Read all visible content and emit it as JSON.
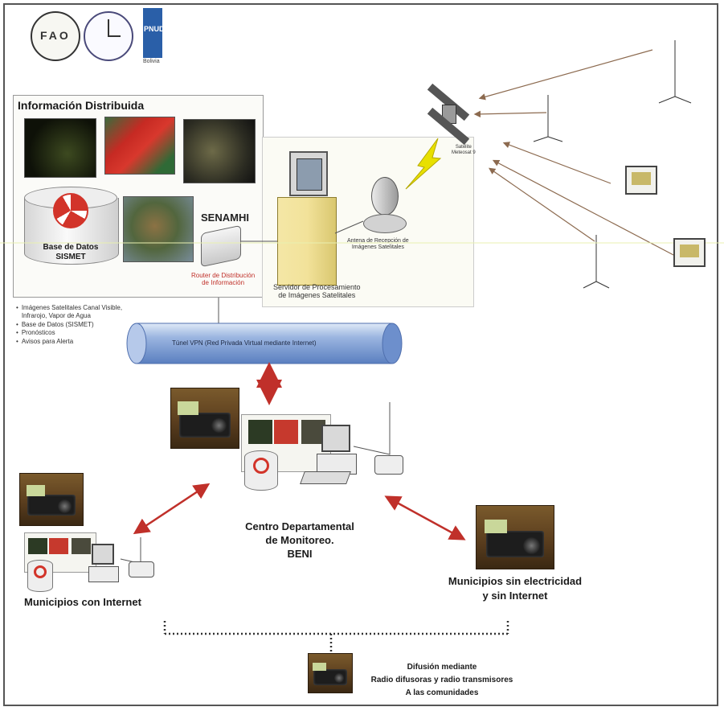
{
  "logos": {
    "fao": "FAO",
    "undp_top": "PNUD",
    "undp_sub": "Bolivia"
  },
  "info_panel": {
    "title": "Información Distribuida",
    "db_label": "Base de Datos\nSISMET",
    "senamhi": "SENAMHI",
    "router_label": "Router de Distribución\nde Información",
    "bullets": [
      "Imágenes Satelitales Canal Visible, Infrarojo, Vapor de Agua",
      "Base de Datos (SISMET)",
      "Pronósticos",
      "Avisos para Alerta"
    ]
  },
  "server": {
    "label": "Servidor de Procesamiento\nde Imágenes Satelitales"
  },
  "antenna": {
    "label": "Antena de Recepción de\nImágenes Satelitales"
  },
  "satellite": {
    "label": "Satélite\nMeteosat 9"
  },
  "vpn": {
    "label": "Túnel VPN (Red Privada Virtual mediante Internet)"
  },
  "center": {
    "label_line1": "Centro Departamental",
    "label_line2": "de Monitoreo.",
    "label_line3": "BENI"
  },
  "municipios_internet": {
    "label": "Municipios con Internet"
  },
  "municipios_sin": {
    "label_line1": "Municipios sin electricidad",
    "label_line2": "y sin  Internet"
  },
  "difusion": {
    "line1": "Difusión  mediante",
    "line2": "Radio difusoras y radio transmisores",
    "line3": "A las comunidades"
  },
  "colors": {
    "arrow_red": "#c0302a",
    "lightning": "#e8e000",
    "vpn_tube": "#7f9fd4",
    "server_yellow": "#f2e29a",
    "sismet_red": "#d2342a"
  }
}
